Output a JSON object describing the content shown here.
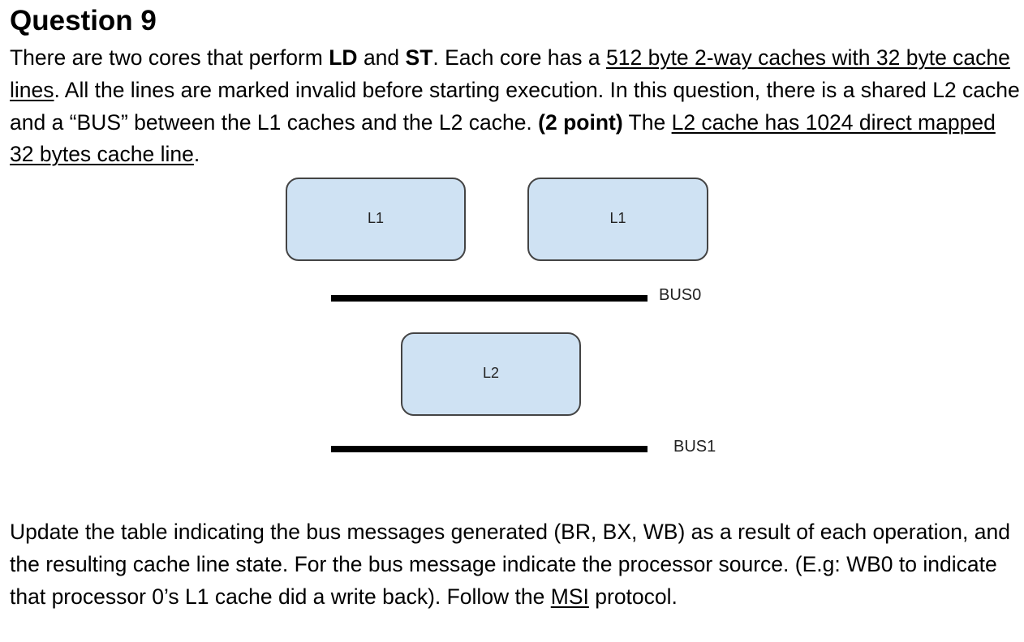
{
  "question": {
    "title": "Question 9",
    "intro": {
      "t1": "There are two cores that perform ",
      "ld": "LD",
      "t2": " and ",
      "st": "ST",
      "t3": ". Each core has a ",
      "cache_spec": "512 byte 2-way caches with 32 byte cache lines",
      "t4": ". All the lines are marked invalid before starting execution. In this question, there is a shared L2 cache and a “BUS” between the L1 caches and the L2 cache. ",
      "points": "(2 point)",
      "t5": " The ",
      "l2_spec": "L2 cache has 1024 direct mapped 32 bytes cache line",
      "t6": "."
    },
    "diagram": {
      "l1_left": "L1",
      "l1_right": "L1",
      "bus0": "BUS0",
      "l2": "L2",
      "bus1": "BUS1"
    },
    "instructions": {
      "t1": "Update the table indicating the bus messages generated (BR, BX, WB) as a result of each operation, and the resulting cache line state. For the bus message indicate the processor source. (E.g: WB0 to indicate that processor 0’s L1 cache did a write back). Follow  the ",
      "msi": "MSI",
      "t2": " protocol."
    }
  }
}
